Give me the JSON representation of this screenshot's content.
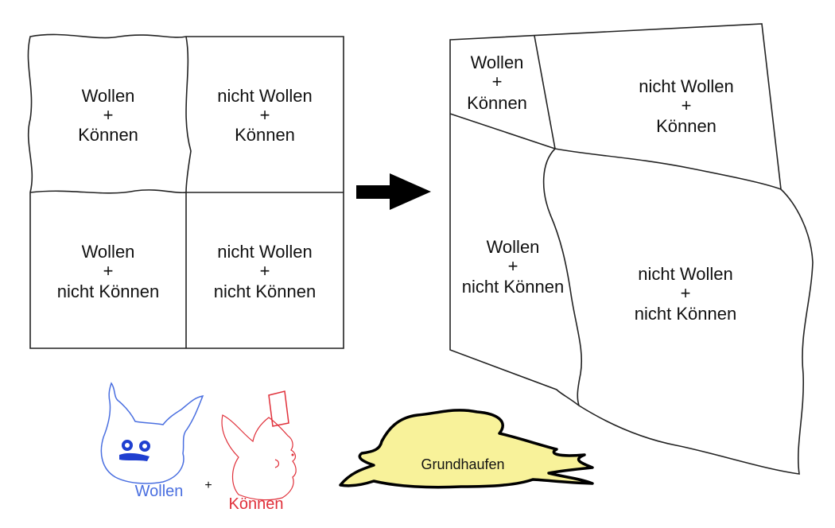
{
  "left_grid": {
    "cells": [
      {
        "lines": [
          "Wollen",
          "+",
          "Können"
        ]
      },
      {
        "lines": [
          "nicht Wollen",
          "+",
          "Können"
        ]
      },
      {
        "lines": [
          "Wollen",
          "+",
          "nicht Können"
        ]
      },
      {
        "lines": [
          "nicht Wollen",
          "+",
          "nicht Können"
        ]
      }
    ]
  },
  "right_map": {
    "regions": [
      {
        "lines": [
          "Wollen",
          "+",
          "Können"
        ]
      },
      {
        "lines": [
          "nicht Wollen",
          "+",
          "Können"
        ]
      },
      {
        "lines": [
          "Wollen",
          "+",
          "nicht Können"
        ]
      },
      {
        "lines": [
          "nicht Wollen",
          "+",
          "nicht Können"
        ]
      }
    ]
  },
  "legend": {
    "wollen_label": "Wollen",
    "plus": "+",
    "koennen_label": "Können",
    "heap_label": "Grundhaufen",
    "colors": {
      "wollen": "#4a6fe0",
      "koennen": "#e0303a",
      "heap": "#f8f29a"
    }
  }
}
